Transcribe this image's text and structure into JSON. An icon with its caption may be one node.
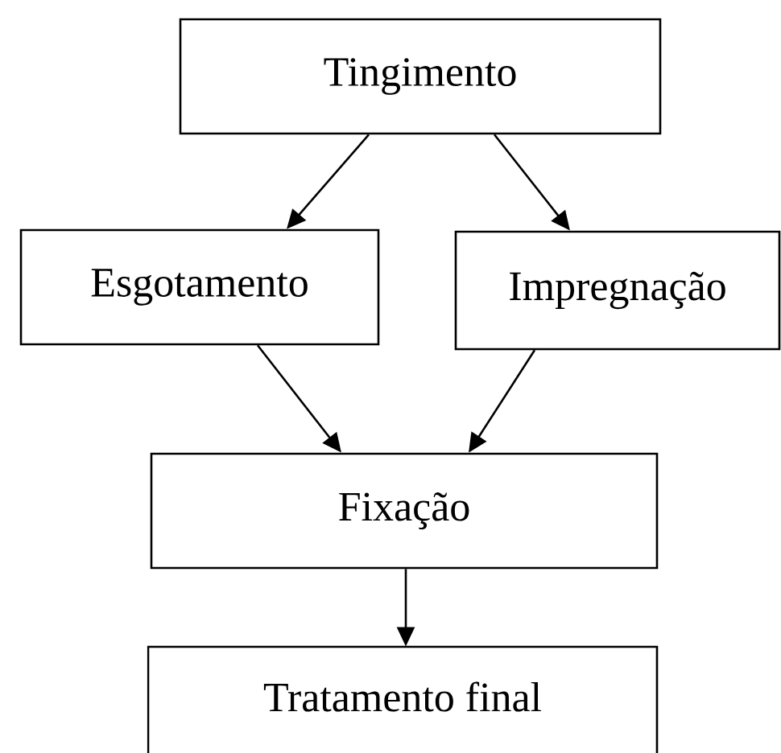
{
  "diagram": {
    "nodes": [
      {
        "text": [
          "Tingimento"
        ]
      },
      {
        "text": [
          "Esgotamento"
        ]
      },
      {
        "text": [
          "Impregnação"
        ]
      },
      {
        "text": [
          "Fixação"
        ]
      },
      {
        "text": [
          "Tratamento final"
        ]
      }
    ],
    "edges": [
      {
        "from": 0,
        "to": 1,
        "arrow": "to"
      },
      {
        "from": 0,
        "to": 2,
        "arrow": "to"
      },
      {
        "from": 1,
        "to": 3,
        "arrow": "to"
      },
      {
        "from": 2,
        "to": 3,
        "arrow": "to"
      },
      {
        "from": 3,
        "to": 4,
        "arrow": "to"
      }
    ]
  }
}
